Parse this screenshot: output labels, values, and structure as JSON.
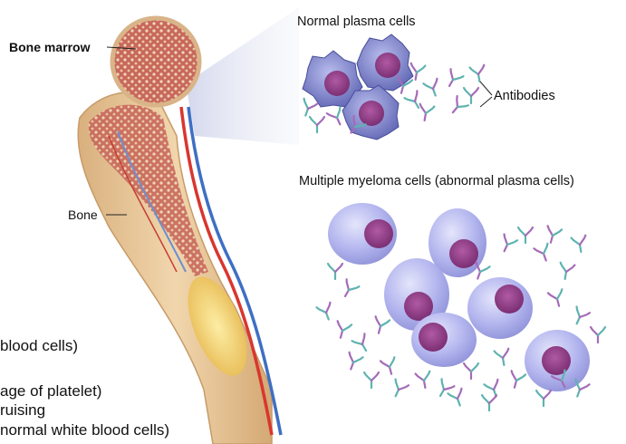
{
  "labels": {
    "bone_marrow": "Bone marrow",
    "bone": "Bone",
    "normal_plasma_cells": "Normal plasma cells",
    "antibodies": "Antibodies",
    "myeloma_cells": "Multiple myeloma cells (abnormal plasma cells)"
  },
  "side_text": {
    "line1": "blood cells)",
    "line2": "age of platelet)",
    "line3": "ruising",
    "line4": "normal white blood cells)"
  },
  "colors": {
    "bone": "#e7c49b",
    "marrow": "#c9615a",
    "artery": "#d9362f",
    "vein": "#3f6fc4",
    "normal_cell": "#7b83c9",
    "myeloma_cell": "#a7a9e8",
    "nucleus": "#8b3a82",
    "antibody_teal": "#5fb3b0",
    "antibody_purple": "#a56bb8"
  }
}
